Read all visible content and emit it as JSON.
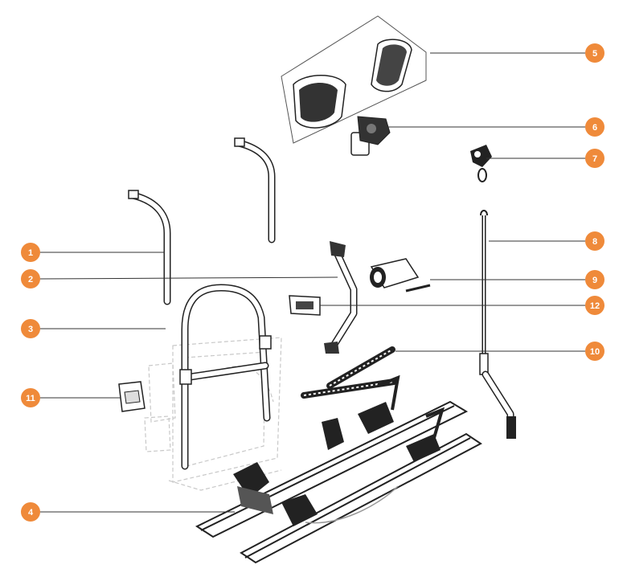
{
  "callouts": [
    {
      "id": "1",
      "label": "1"
    },
    {
      "id": "2",
      "label": "2"
    },
    {
      "id": "3",
      "label": "3"
    },
    {
      "id": "4",
      "label": "4"
    },
    {
      "id": "5",
      "label": "5"
    },
    {
      "id": "6",
      "label": "6"
    },
    {
      "id": "7",
      "label": "7"
    },
    {
      "id": "8",
      "label": "8"
    },
    {
      "id": "9",
      "label": "9"
    },
    {
      "id": "10",
      "label": "10"
    },
    {
      "id": "11",
      "label": "11"
    },
    {
      "id": "12",
      "label": "12"
    }
  ],
  "colors": {
    "badge": "#ef8a3a",
    "line": "#222222",
    "ghost": "#c8c8c8"
  }
}
